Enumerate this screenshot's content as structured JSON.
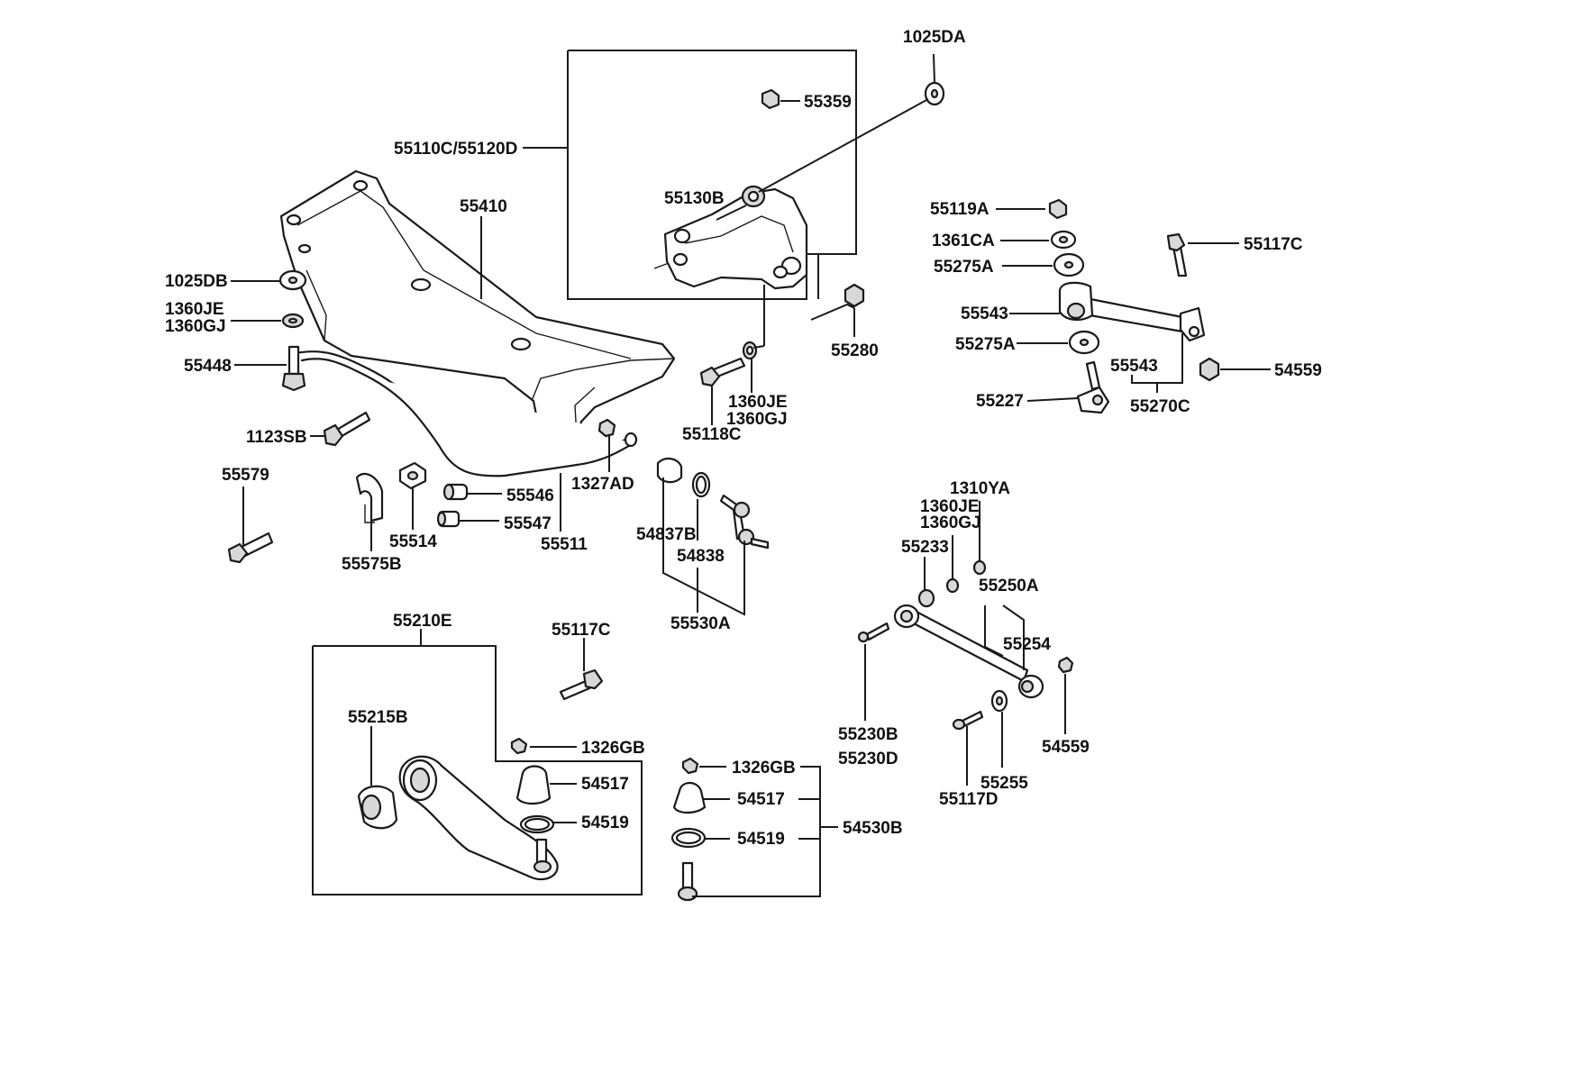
{
  "colors": {
    "ink": "#1a1a1a",
    "shade": "#d8d8d8",
    "background": "#ffffff"
  },
  "labels": {
    "l1025DA": "1025DA",
    "l55359": "55359",
    "l55110C": "55110C/55120D",
    "l55130B": "55130B",
    "l55410": "55410",
    "l1025DB": "1025DB",
    "l1360JE_a": "1360JE",
    "l1360GJ_a": "1360GJ",
    "l55448": "55448",
    "l1123SB": "1123SB",
    "l55579": "55579",
    "l55575B": "55575B",
    "l55514": "55514",
    "l55546": "55546",
    "l55547": "55547",
    "l55511": "55511",
    "l1327AD": "1327AD",
    "l55280": "55280",
    "l1360JE_b": "1360JE",
    "l1360GJ_b": "1360GJ",
    "l55118C": "55118C",
    "l55119A": "55119A",
    "l1361CA": "1361CA",
    "l55275A_a": "55275A",
    "l55117C_a": "55117C",
    "l55543_a": "55543",
    "l55275A_b": "55275A",
    "l55543_b": "55543",
    "l54559_a": "54559",
    "l55227": "55227",
    "l55270C": "55270C",
    "l54837B": "54837B",
    "l54838": "54838",
    "l55530A": "55530A",
    "l1310YA": "1310YA",
    "l1360JE_c": "1360JE",
    "l1360GJ_c": "1360GJ",
    "l55233": "55233",
    "l55250A": "55250A",
    "l55254": "55254",
    "l55230B": "55230B",
    "l55230D": "55230D",
    "l54559_b": "54559",
    "l55255": "55255",
    "l55117D": "55117D",
    "l55210E": "55210E",
    "l55117C_b": "55117C",
    "l55215B": "55215B",
    "l1326GB_a": "1326GB",
    "l54517_a": "54517",
    "l54519_a": "54519",
    "l1326GB_b": "1326GB",
    "l54517_b": "54517",
    "l54519_b": "54519",
    "l54530B": "54530B"
  }
}
